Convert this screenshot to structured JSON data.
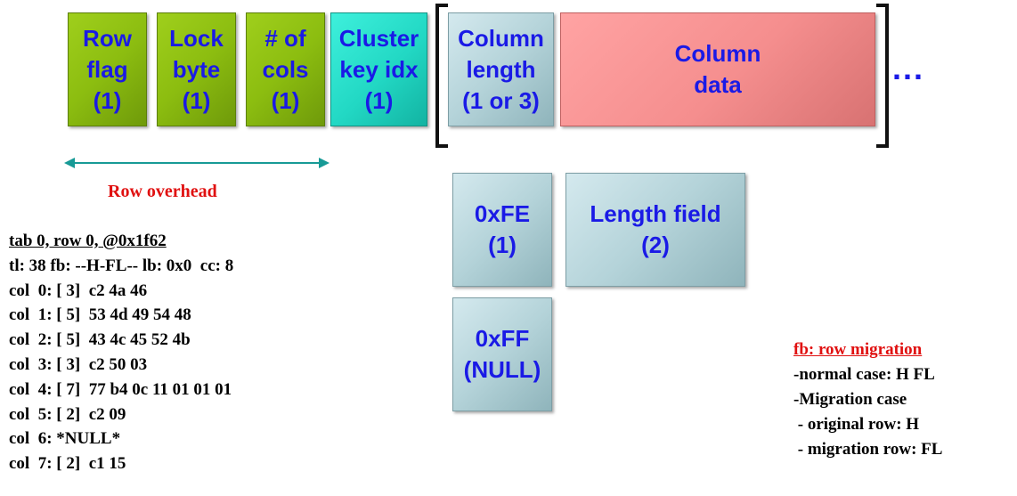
{
  "row_header_boxes": [
    {
      "label": "Row\nflag\n(1)",
      "color": "#8cbd10"
    },
    {
      "label": "Lock\nbyte\n(1)",
      "color": "#8cbd10"
    },
    {
      "label": "# of\ncols\n(1)",
      "color": "#8cbd10"
    },
    {
      "label": "Cluster\nkey idx\n(1)",
      "color": "#22d8c4"
    }
  ],
  "column_length": {
    "label": "Column\nlength\n(1 or 3)",
    "color": "#b4d3d9"
  },
  "column_data": {
    "label": "Column\ndata",
    "color": "#f58e8e"
  },
  "ellipsis": "...",
  "row_overhead_label": "Row overhead",
  "length_variants": {
    "fe": {
      "label": "0xFE\n(1)"
    },
    "length_field": {
      "label": "Length field\n(2)"
    },
    "ff": {
      "label": "0xFF\n(NULL)"
    }
  },
  "block_dump": {
    "header": "tab 0, row 0, @0x1f62",
    "lines": [
      "tl: 38 fb: --H-FL-- lb: 0x0  cc: 8",
      "col  0: [ 3]  c2 4a 46",
      "col  1: [ 5]  53 4d 49 54 48",
      "col  2: [ 5]  43 4c 45 52 4b",
      "col  3: [ 3]  c2 50 03",
      "col  4: [ 7]  77 b4 0c 11 01 01 01",
      "col  5: [ 2]  c2 09",
      "col  6: *NULL*",
      "col  7: [ 2]  c1 15"
    ]
  },
  "migration_note": {
    "title": "fb: row migration",
    "lines": [
      "-normal case: H FL",
      "-Migration case",
      " - original row: H",
      " - migration row: FL"
    ]
  },
  "colors": {
    "label_text": "#1a1ae6",
    "accent_red": "#e01010",
    "arrow": "#179a96"
  }
}
